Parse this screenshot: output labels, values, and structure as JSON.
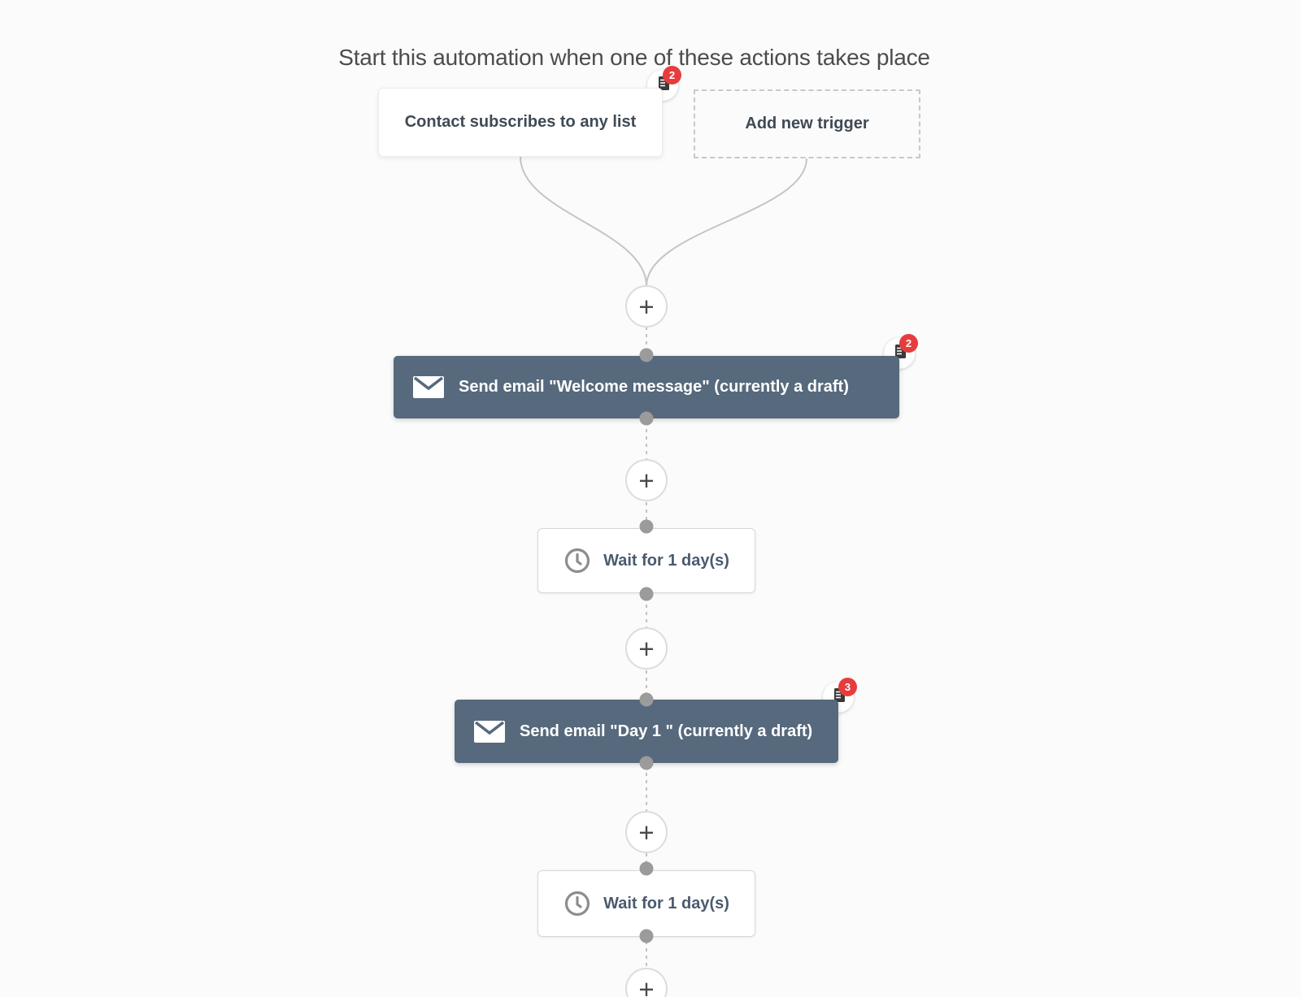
{
  "header": {
    "title": "Start this automation when one of these actions takes place"
  },
  "triggers": [
    {
      "label": "Contact subscribes to any list",
      "type": "existing",
      "notes_count": "2",
      "badge_icon": "note-icon"
    },
    {
      "label": "Add new trigger",
      "type": "add-new"
    }
  ],
  "workflow": {
    "add_label": "+",
    "nodes": [
      {
        "type": "email",
        "icon": "envelope-icon",
        "label": "Send email \"Welcome message\" (currently a draft)",
        "notes_count": "2",
        "badge_icon": "note-icon"
      },
      {
        "type": "wait",
        "icon": "clock-icon",
        "label": "Wait for 1 day(s)"
      },
      {
        "type": "email",
        "icon": "envelope-icon",
        "label": "Send email \"Day 1 \" (currently a draft)",
        "notes_count": "3",
        "badge_icon": "note-icon"
      },
      {
        "type": "wait",
        "icon": "clock-icon",
        "label": "Wait for 1 day(s)"
      }
    ]
  },
  "colors": {
    "background": "#fbfbfb",
    "email_node": "#56697d",
    "wait_text": "#4a5b6e",
    "trigger_text": "#3f4a55",
    "title_text": "#4c4c4c",
    "connector_line": "#c5c5c5",
    "connector_dot": "#9b9b9b",
    "plus_border": "#dcdcdc",
    "badge_red": "#e73c3e",
    "note_icon": "#3a3a3a"
  }
}
